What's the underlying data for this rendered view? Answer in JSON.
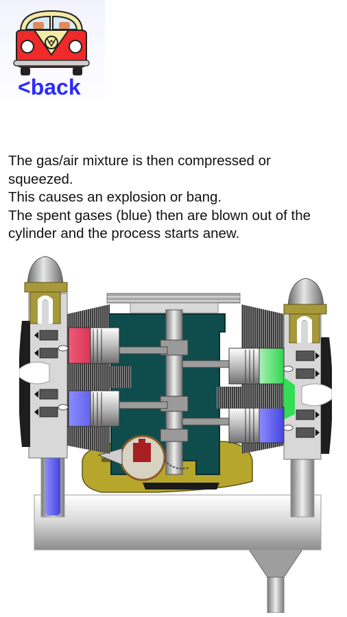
{
  "navigation": {
    "back_label": "<back",
    "back_icon": "vw-bus-icon"
  },
  "content": {
    "paragraphs": [
      "The gas/air mixture is then compressed or squeezed.",
      "This causes an explosion or bang.",
      "The spent gases (blue) then are blown out of the cylinder and the process starts anew."
    ]
  },
  "illustration": {
    "icon": "engine-diagram",
    "colors": {
      "compressed_mixture": "#e23a5c",
      "spent_gas": "#5f5ff0",
      "fresh_mixture": "#33dd55",
      "crankcase": "#0f4d4d",
      "oil_pan": "#b5a32c",
      "camshaft_gear": "#9a1e1e"
    }
  }
}
